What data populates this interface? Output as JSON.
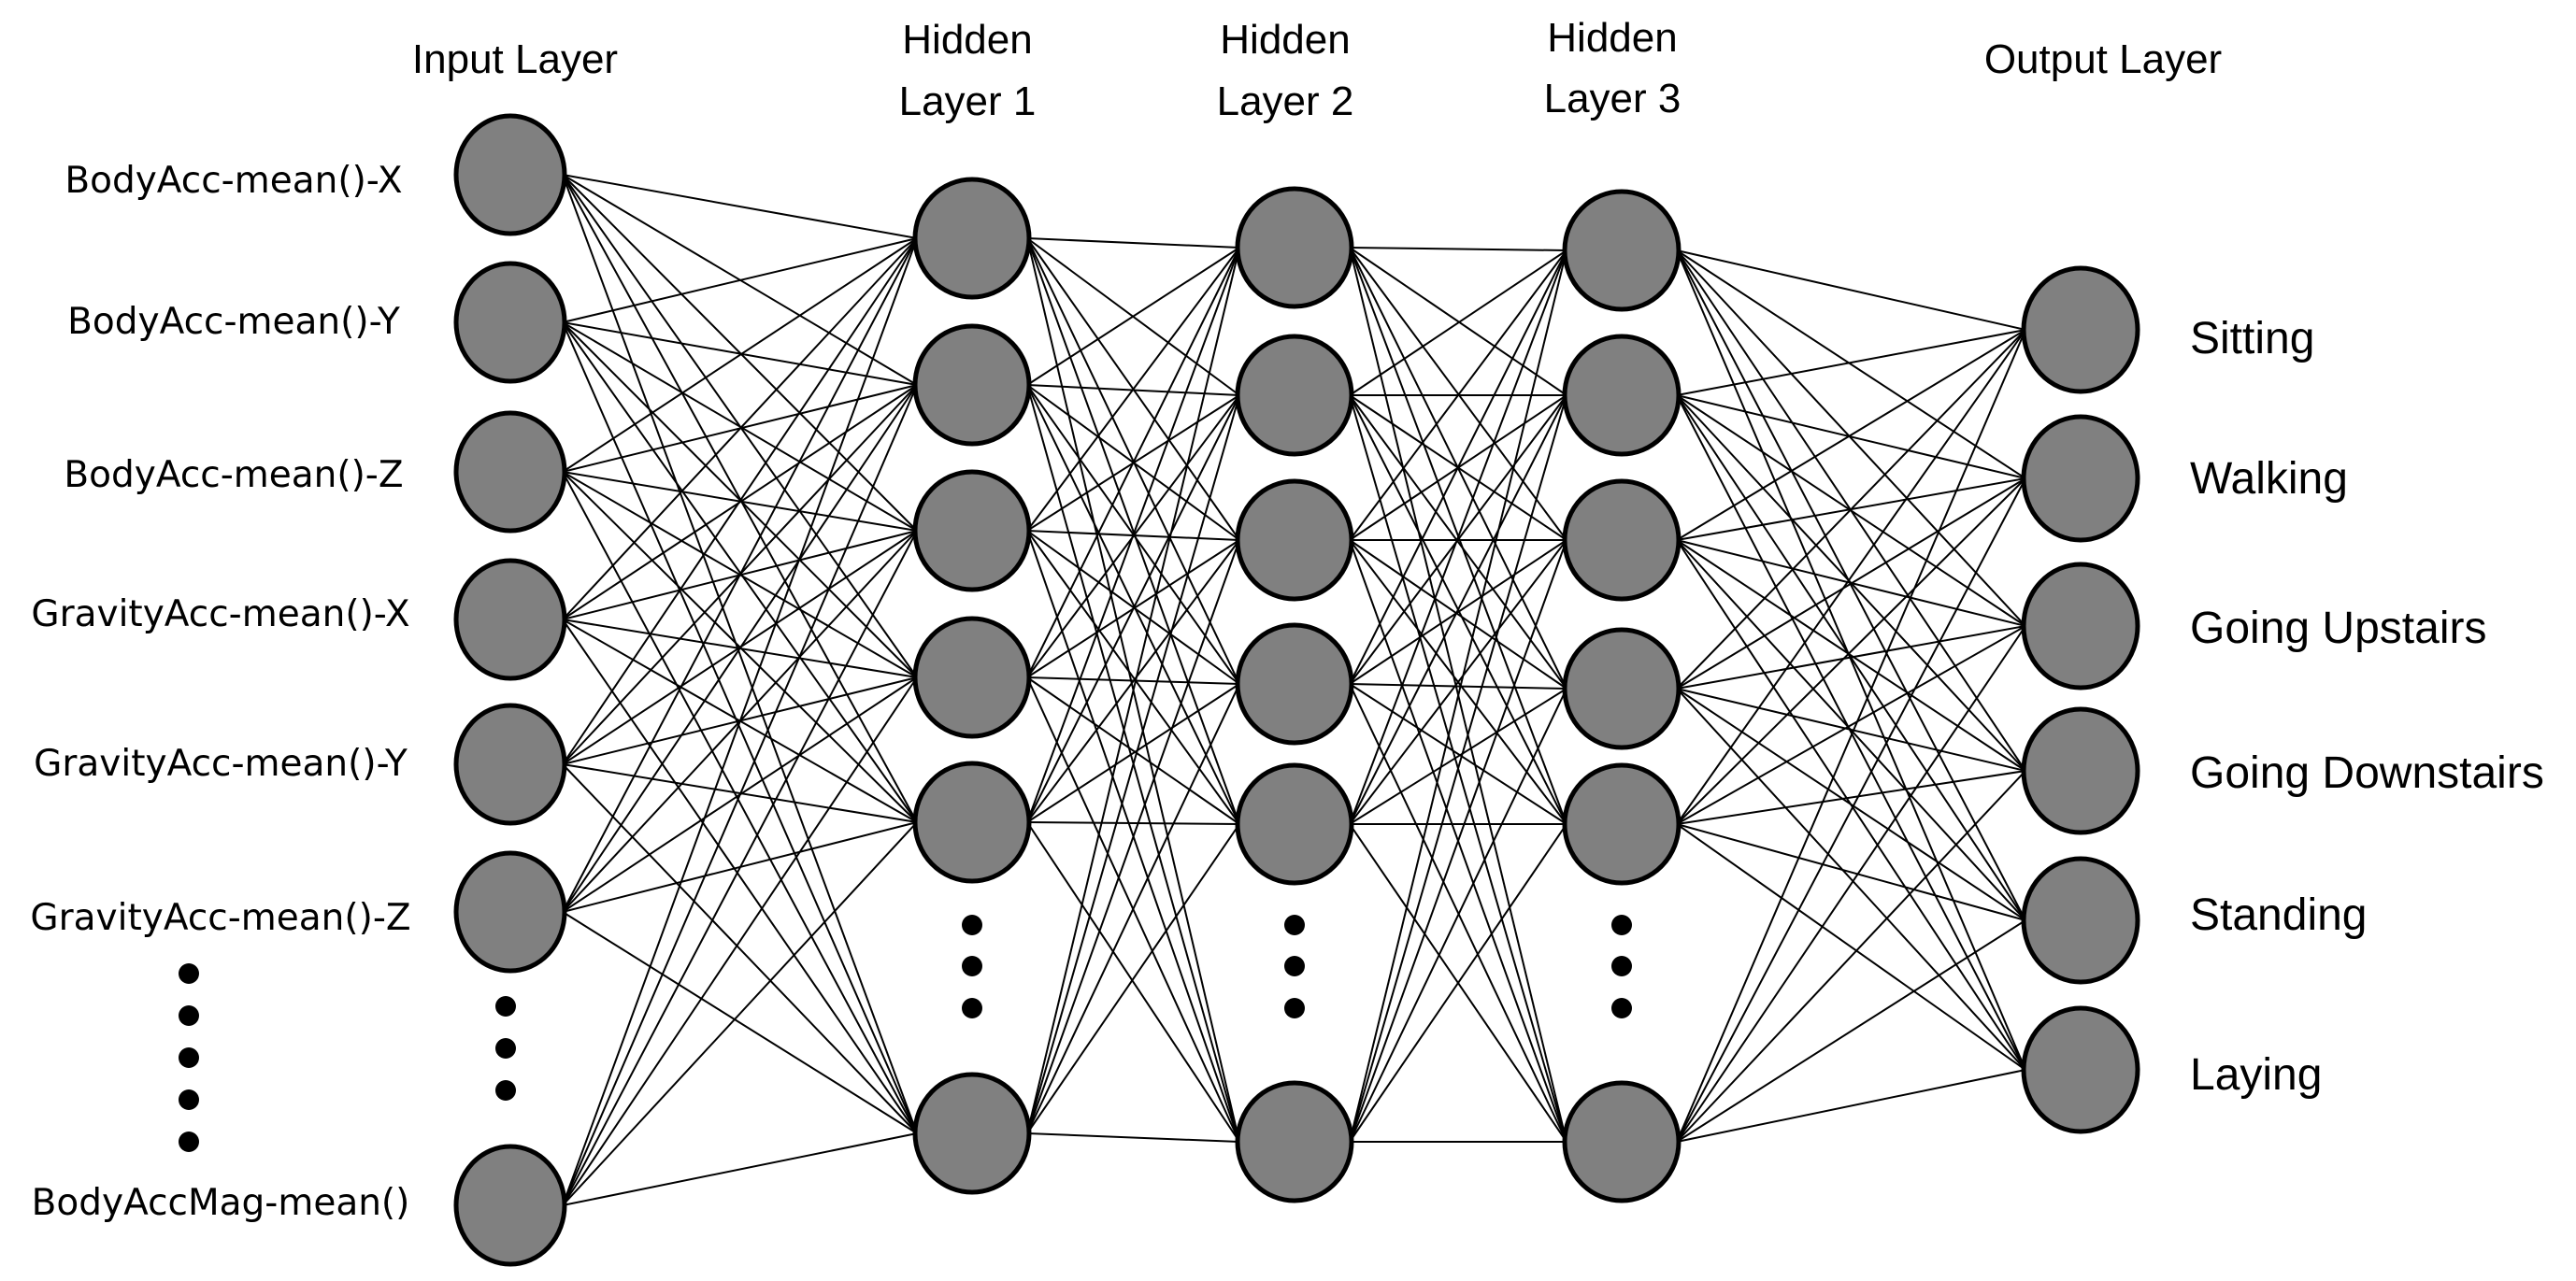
{
  "colors": {
    "node_fill": "#808080",
    "line": "#000000",
    "background": "#ffffff"
  },
  "layers": {
    "input": {
      "title": [
        "Input Layer"
      ],
      "labels": [
        "BodyAcc-mean()-X",
        "BodyAcc-mean()-Y",
        "BodyAcc-mean()-Z",
        "GravityAcc-mean()-X",
        "GravityAcc-mean()-Y",
        "GravityAcc-mean()-Z",
        "BodyAccMag-mean()"
      ]
    },
    "hidden1": {
      "title": [
        "Hidden",
        "Layer 1"
      ]
    },
    "hidden2": {
      "title": [
        "Hidden",
        "Layer 2"
      ]
    },
    "hidden3": {
      "title": [
        "Hidden",
        "Layer 3"
      ]
    },
    "output": {
      "title": [
        "Output Layer"
      ],
      "labels": [
        "Sitting",
        "Walking",
        "Going Upstairs",
        "Going Downstairs",
        "Standing",
        "Laying"
      ]
    }
  }
}
